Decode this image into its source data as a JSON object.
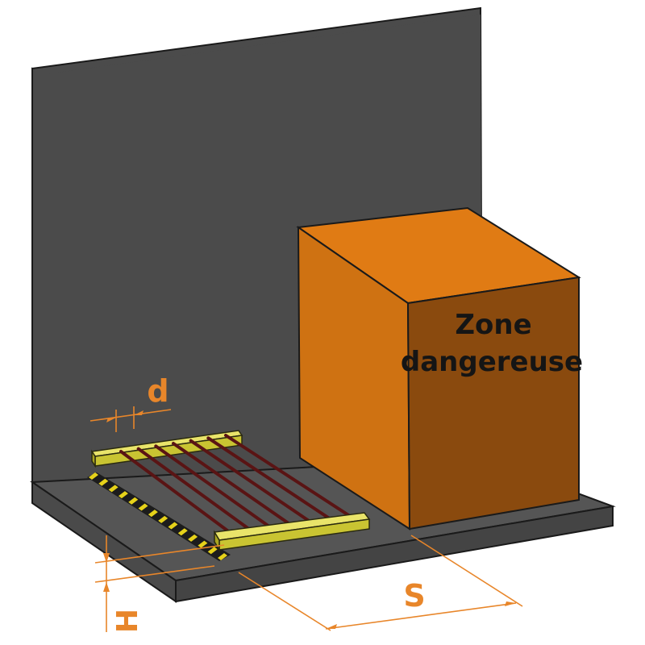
{
  "zone_label": {
    "line1": "Zone",
    "line2": "dangereuse"
  },
  "dimensions": {
    "d": "d",
    "s": "S",
    "h": "H"
  },
  "colors": {
    "wall": "#4b4b4b",
    "floor": "#4f4f4f",
    "outline": "#1a1a1a",
    "box_front": "#8a4a0e",
    "box_side": "#d07412",
    "box_top": "#e07b14",
    "bar_yellow": "#d9d43a",
    "rod": "#5a1414",
    "stripe_yellow": "#e6d21a",
    "dimension": "#e8862a"
  }
}
